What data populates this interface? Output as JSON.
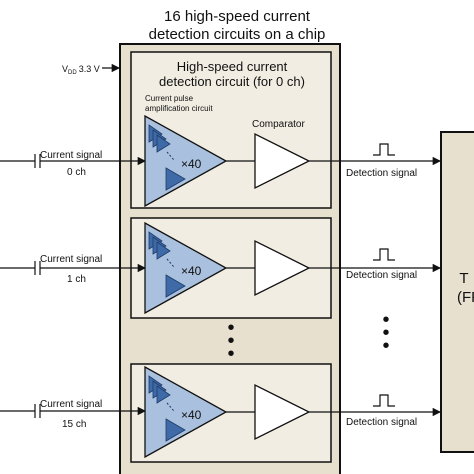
{
  "title": {
    "line1": "16 high-speed current",
    "line2": "detection circuits on a chip"
  },
  "vdd": {
    "prefix": "V",
    "subscript": "DD",
    "value": "3.3 V"
  },
  "block_header": {
    "line1": "High-speed current",
    "line2": "detection circuit (for 0 ch)"
  },
  "amp_label": {
    "line1": "Current pulse",
    "line2": "amplification circuit"
  },
  "gain": "×40",
  "comparator_label": "Comparator",
  "ellipsis_dot": "•",
  "channels": [
    {
      "signal": "Current signal",
      "ch": "0 ch",
      "output": "Detection signal"
    },
    {
      "signal": "Current signal",
      "ch": "1 ch",
      "output": "Detection signal"
    },
    {
      "signal": "Current signal",
      "ch": "15 ch",
      "output": "Detection signal"
    }
  ],
  "right_block": {
    "line1": "T",
    "line2": "(FP"
  },
  "colors": {
    "chip_fill": "#e7e0cf",
    "block_fill": "#f1ede2",
    "amp_fill": "#a9c1de",
    "amp_inner_fill": "#3f6aa8",
    "comparator_fill": "#ffffff",
    "right_block_fill": "#e7e0cf",
    "line": "#111111"
  }
}
